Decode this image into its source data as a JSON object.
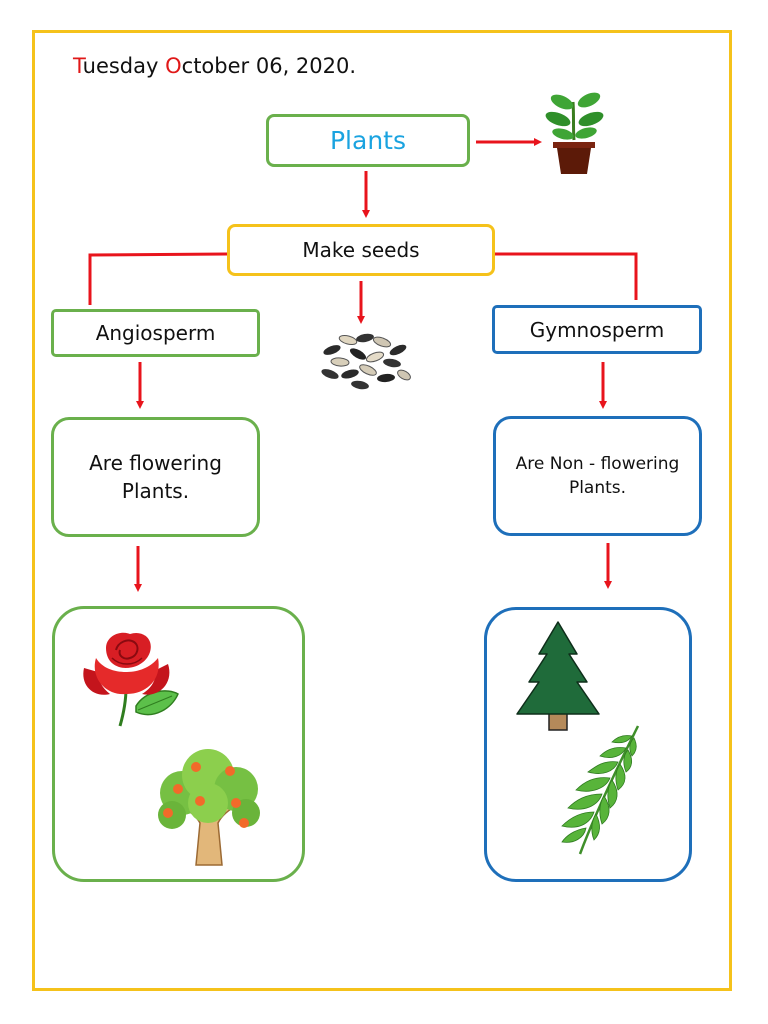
{
  "header": {
    "date_first_letter": "T",
    "date_weekday_rest": "uesday ",
    "date_month_first_letter": "O",
    "date_rest": "ctober 06, 2020."
  },
  "diagram": {
    "root": "Plants",
    "level1": "Make seeds",
    "left_branch": {
      "title": "Angiosperm",
      "description": "Are flowering Plants."
    },
    "right_branch": {
      "title": "Gymnosperm",
      "description": "Are Non - flowering Plants."
    }
  },
  "colors": {
    "frame": "#f5c21b",
    "arrow": "#e8141c",
    "plants_text": "#1aa3e0",
    "green_border": "#6ab04c",
    "blue_border": "#1e6fba",
    "date_accent": "#e01818"
  },
  "icons": [
    "potted-plant-icon",
    "seeds-icon",
    "rose-icon",
    "apple-tree-icon",
    "pine-tree-icon",
    "fern-icon"
  ]
}
